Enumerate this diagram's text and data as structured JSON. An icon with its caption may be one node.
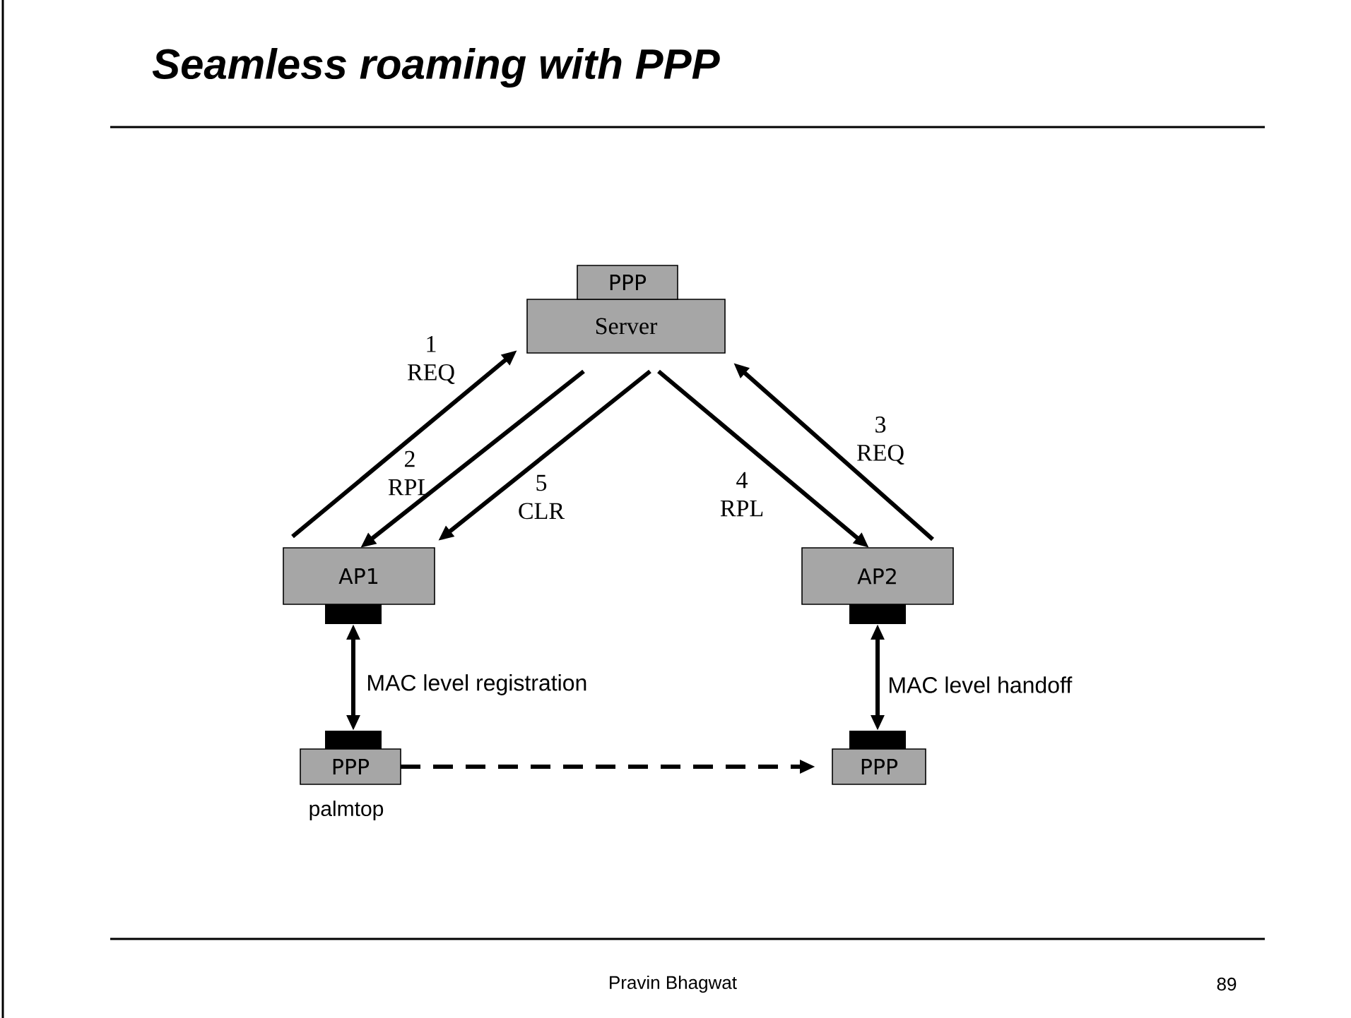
{
  "diagram": {
    "title": "Seamless roaming with PPP",
    "nodes": [
      {
        "text": [
          "Server"
        ]
      },
      {
        "text": [
          "PPP"
        ]
      },
      {
        "text": [
          "AP1"
        ]
      },
      {
        "text": [
          "AP2"
        ]
      },
      {
        "text": [],
        "shape": "bar"
      },
      {
        "text": [],
        "shape": "bar"
      },
      {
        "text": [],
        "shape": "bar"
      },
      {
        "text": [
          "PPP"
        ],
        "beside": [
          "palmtop"
        ]
      },
      {
        "text": [],
        "shape": "bar"
      },
      {
        "text": [
          "PPP"
        ]
      }
    ],
    "edges": [
      {
        "from": 2,
        "to": 0,
        "arrow": "to",
        "label": "1 REQ"
      },
      {
        "from": 0,
        "to": 2,
        "arrow": "to",
        "label": "2 RPL"
      },
      {
        "from": 0,
        "to": 2,
        "arrow": "to",
        "label": "5 CLR"
      },
      {
        "from": 0,
        "to": 3,
        "arrow": "to",
        "label": "4 RPL"
      },
      {
        "from": 3,
        "to": 0,
        "arrow": "to",
        "label": "3 REQ"
      },
      {
        "from": 4,
        "to": 6,
        "arrow": "both",
        "label": "MAC level registration"
      },
      {
        "from": 5,
        "to": 8,
        "arrow": "both",
        "label": "MAC level handoff"
      },
      {
        "from": 7,
        "to": 9,
        "arrow": "to",
        "style": "dashed"
      }
    ],
    "labels": [
      "Pravin Bhagwat",
      "89"
    ]
  }
}
